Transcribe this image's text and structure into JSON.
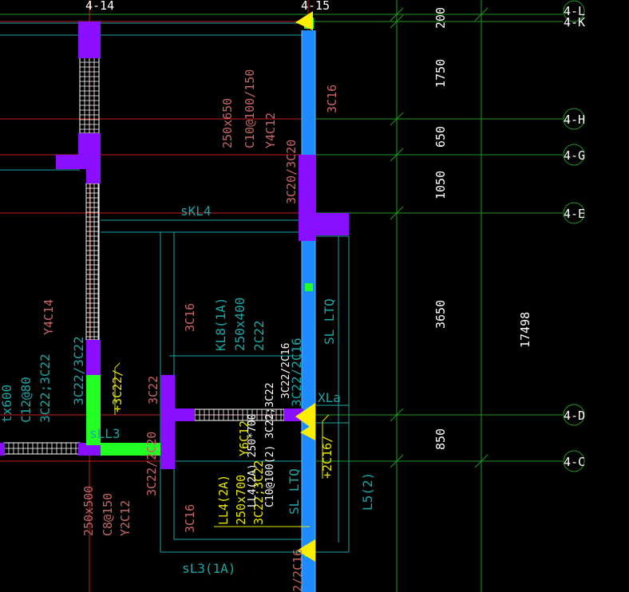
{
  "colors": {
    "background": "#000000",
    "axis_line": "#1f9a1f",
    "red_line": "#c81e1e",
    "cyan_line": "#1aa6a6",
    "blue_wall": "#1e8cff",
    "purple_column": "#8a0eff",
    "green_column": "#22ff22",
    "yellow_marker": "#ffee00",
    "label_red": "#c86464",
    "label_cyan": "#1aa6a6",
    "label_yellow": "#e6e600",
    "label_white": "#ffffff"
  },
  "grid_labels": {
    "col_4_14": "4-14",
    "col_4_15": "4-15",
    "row_4_L": "4-L",
    "row_4_K": "4-K",
    "row_4_H": "4-H",
    "row_4_G": "4-G",
    "row_4_E": "4-E",
    "row_4_D": "4-D",
    "row_4_C": "4-C"
  },
  "dimensions": {
    "d200": "200",
    "d1750": "1750",
    "d650": "650",
    "d1050": "1050",
    "d3650": "3650",
    "d850": "850",
    "total": "17498"
  },
  "annotations": {
    "beam_section_250x650": "250x650",
    "stirrup_c10_100_150": "C10@100/150",
    "rebar_y4c12": "Y4C12",
    "rebar_3c16_top": "3C16",
    "rebar_3c20_3c20": "3C20/3C20",
    "skl4": "sKL4",
    "sl_ltq_upper": "SL LTQ",
    "kl8_1a": "KL8(1A)",
    "kl8_250x400": "250x400",
    "kl8_2c22": "2C22",
    "rebar_3c16_mid": "3C16",
    "rebar_y4c14": "Y4C14",
    "rebar_3c22_3c22": "3C22/3C22",
    "rebar_3c22_slash": "+3C22/",
    "left_tx600": "tx600",
    "left_c12_80": "C12@80",
    "left_3c22_3c22": "3C22;3C22",
    "rebar_3c22_col": "3C22",
    "rebar_3c22_2c20": "3C22/2C20",
    "sll3": "sLL3",
    "ll4_2a": "LL4(2A)",
    "ll4_250x700": "250x700",
    "ll4_3c22_3c22": "3C22;3C22",
    "ll4_y6c12": "Y6C12",
    "white_ll4_250_700": "LL4(2A) 250*700",
    "white_c10_100": "C10@100(2) 3C22;3C22",
    "white_3c22_2c16": "3C22/2C16",
    "cyan_3c22_2c16": "3C22/2C16",
    "sl_ltq_lower": "SL LTQ",
    "xla": "XLa",
    "plus_2c16": "+2C16/",
    "l5_2": "L5(2)",
    "beam_250x500": "250x500",
    "stirrup_c8_150": "C8@150",
    "rebar_y2c12": "Y2C12",
    "rebar_3c16_low": "3C16",
    "sl3_1a": "sL3(1A)",
    "bottom_2c16": "2/2C16"
  }
}
